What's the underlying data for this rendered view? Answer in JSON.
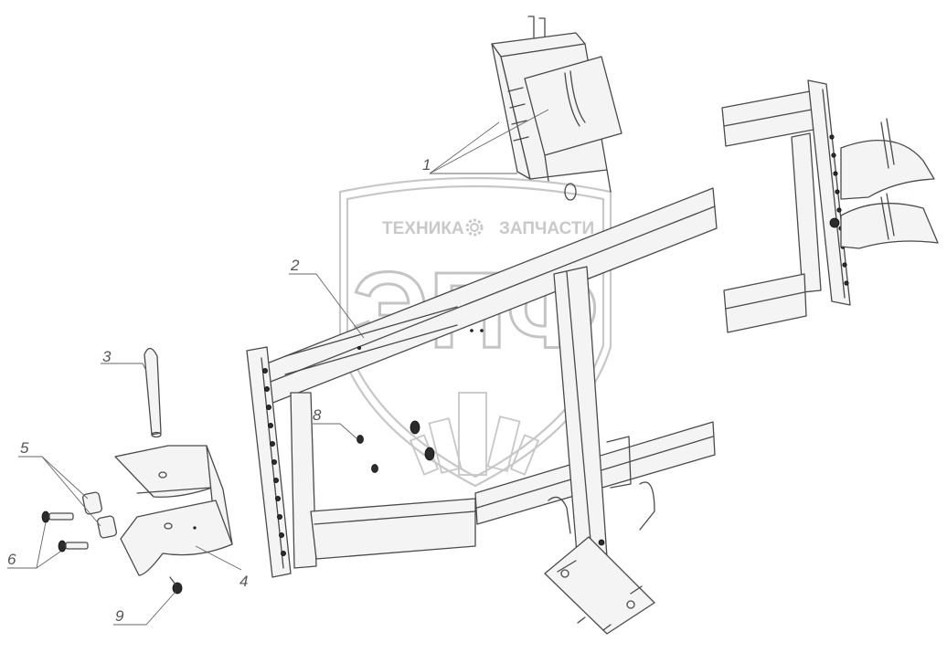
{
  "watermark": {
    "top_left_text": "ТЕХНИКА",
    "top_right_text": "ЗАПЧАСТИ",
    "center_text": "ЭПФ",
    "gear_icon": "gear-icon",
    "color": "#c9c9c9"
  },
  "callouts": [
    {
      "id": "1",
      "label": "1"
    },
    {
      "id": "2",
      "label": "2"
    },
    {
      "id": "3",
      "label": "3"
    },
    {
      "id": "4",
      "label": "4"
    },
    {
      "id": "5",
      "label": "5"
    },
    {
      "id": "6",
      "label": "6"
    },
    {
      "id": "8",
      "label": "8"
    },
    {
      "id": "9",
      "label": "9"
    }
  ],
  "colors": {
    "line": "#4a4a4a",
    "fill": "#f4f4f4",
    "callout": "#555555"
  }
}
